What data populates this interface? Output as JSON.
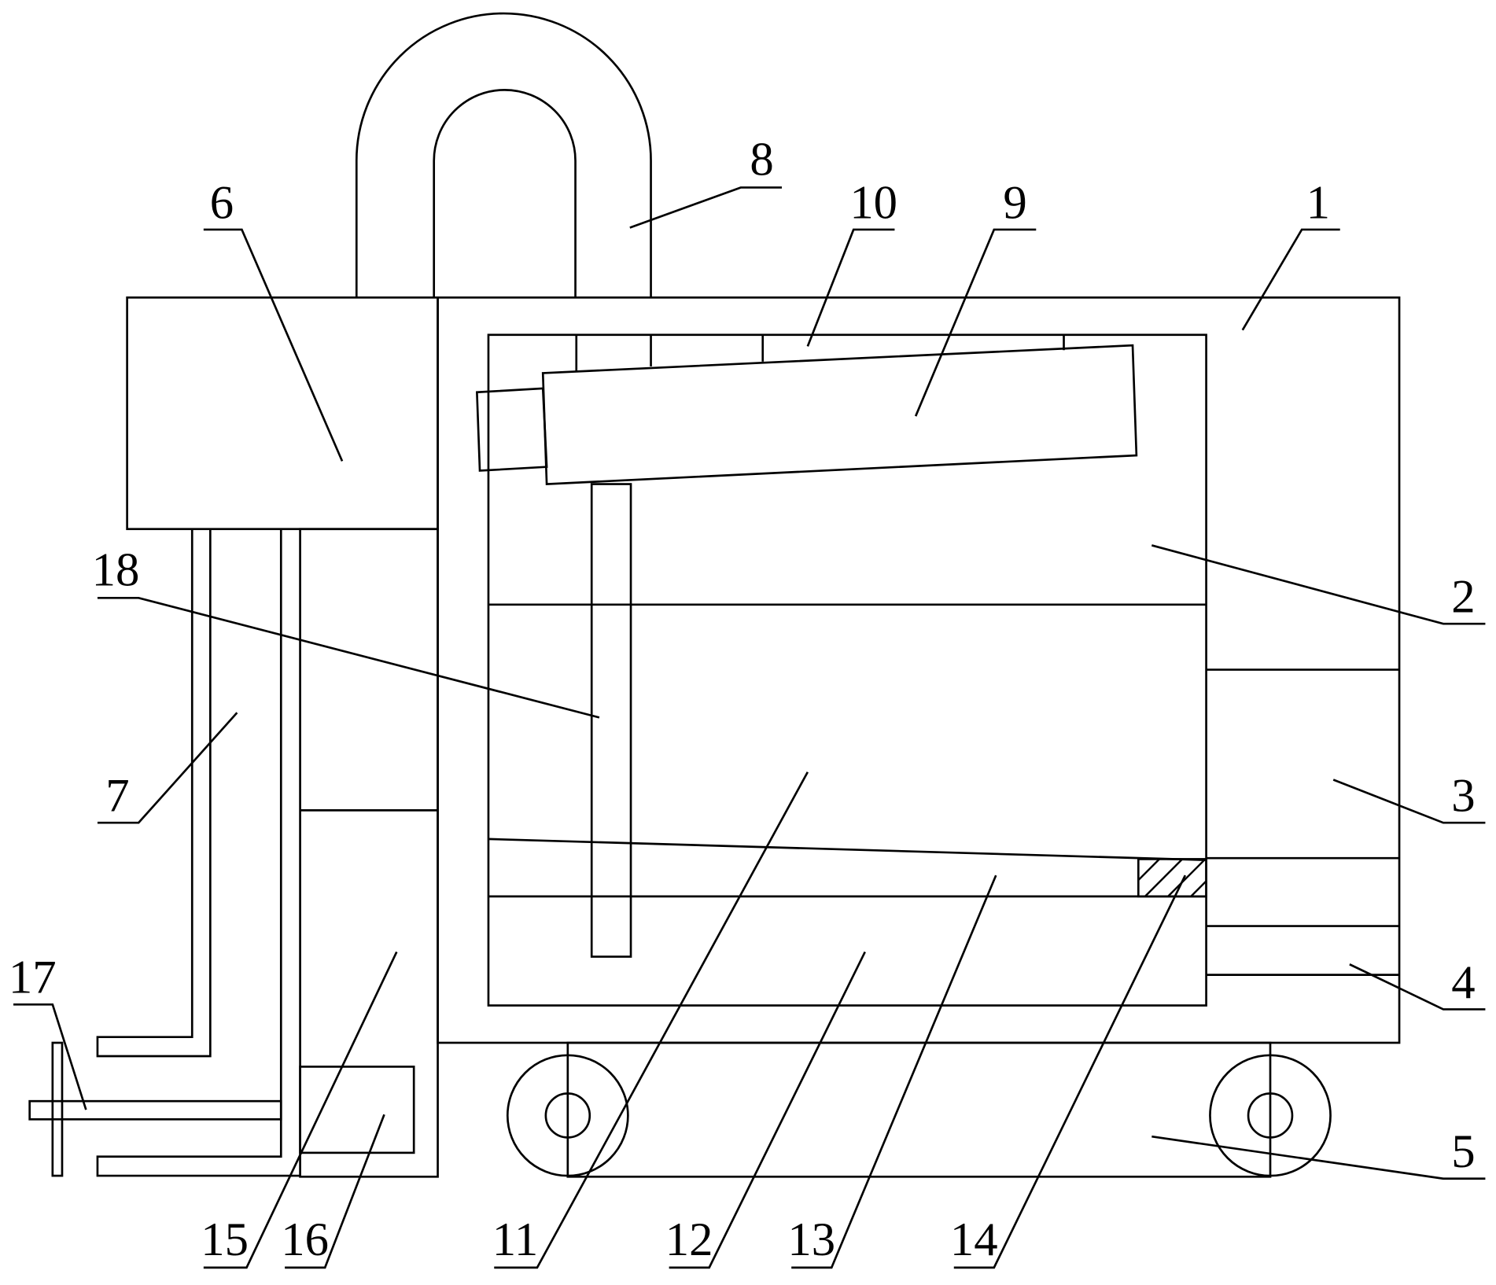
{
  "diagram": {
    "type": "patent-line-drawing",
    "stroke_color": "#000000",
    "background_color": "#ffffff",
    "labels": [
      "1",
      "2",
      "3",
      "4",
      "5",
      "6",
      "7",
      "8",
      "9",
      "10",
      "11",
      "12",
      "13",
      "14",
      "15",
      "16",
      "17",
      "18"
    ]
  }
}
